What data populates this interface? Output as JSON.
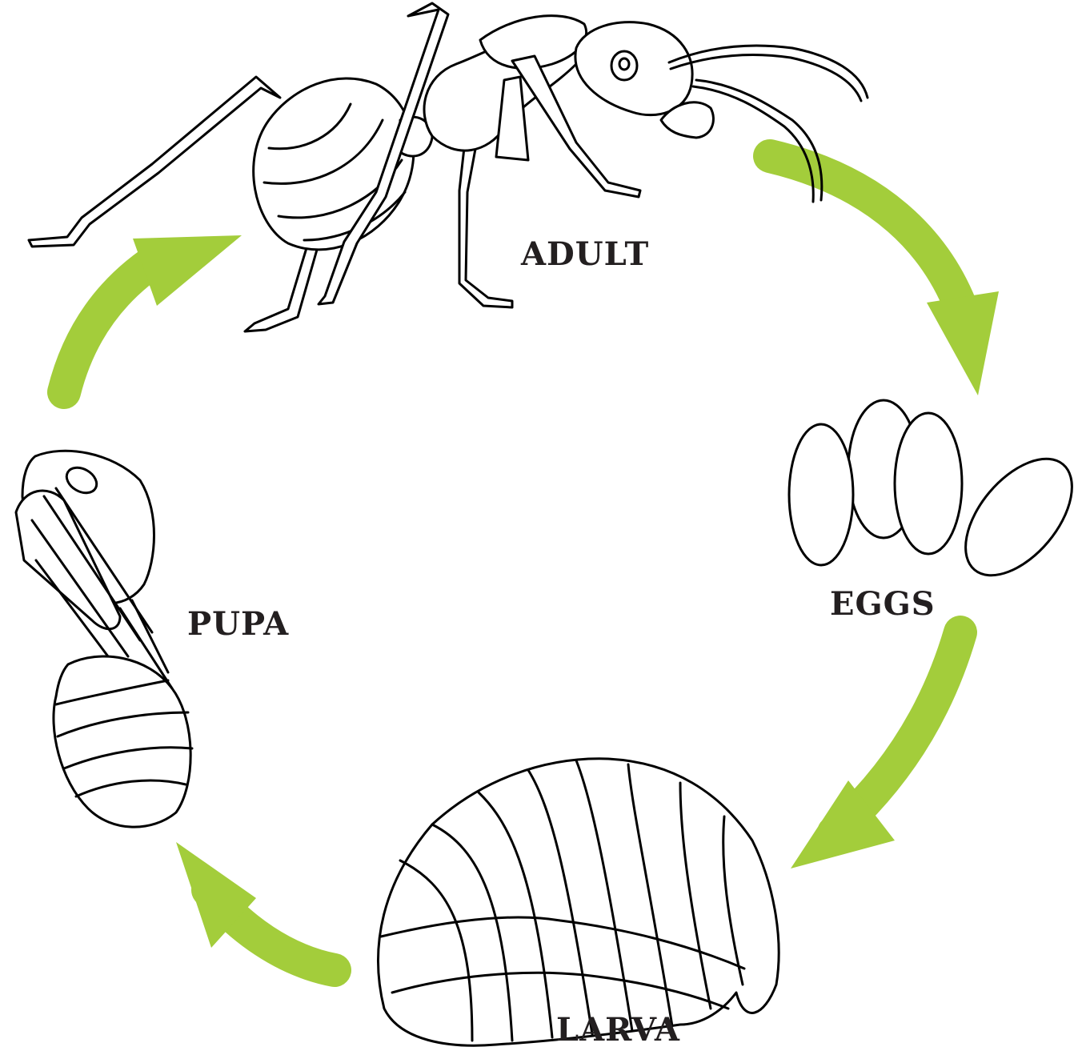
{
  "colors": {
    "arrow": "#a3cd3b",
    "outline": "#000000",
    "text": "#231f20",
    "background": "#ffffff"
  },
  "stages": {
    "adult": "ADULT",
    "eggs": "EGGS",
    "larva": "LARVA",
    "pupa": "PUPA"
  }
}
